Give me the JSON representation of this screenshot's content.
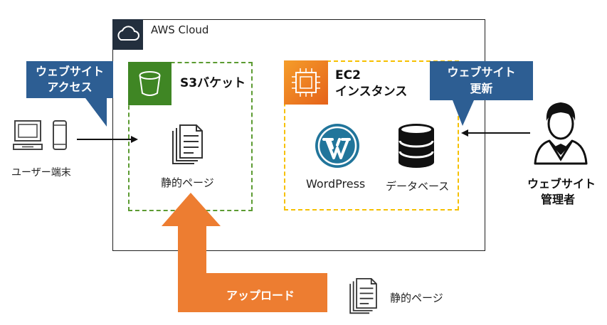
{
  "cloud": {
    "title": "AWS Cloud"
  },
  "s3": {
    "title": "S3バケット",
    "content_label": "静的ページ"
  },
  "ec2": {
    "title_line1": "EC2",
    "title_line2": "インスタンス",
    "wordpress_label": "WordPress",
    "database_label": "データベース"
  },
  "user": {
    "label": "ユーザー端末",
    "callout_line1": "ウェブサイト",
    "callout_line2": "アクセス"
  },
  "admin": {
    "label_line1": "ウェブサイト",
    "label_line2": "管理者",
    "callout_line1": "ウェブサイト",
    "callout_line2": "更新"
  },
  "upload": {
    "label": "アップロード",
    "file_label": "静的ページ"
  },
  "colors": {
    "callout": "#2d5e93",
    "upload": "#ed7d31",
    "s3": "#3f8624",
    "ec2": "#f6c000",
    "wordpress": "#21759b",
    "squid": "#232f3e"
  }
}
